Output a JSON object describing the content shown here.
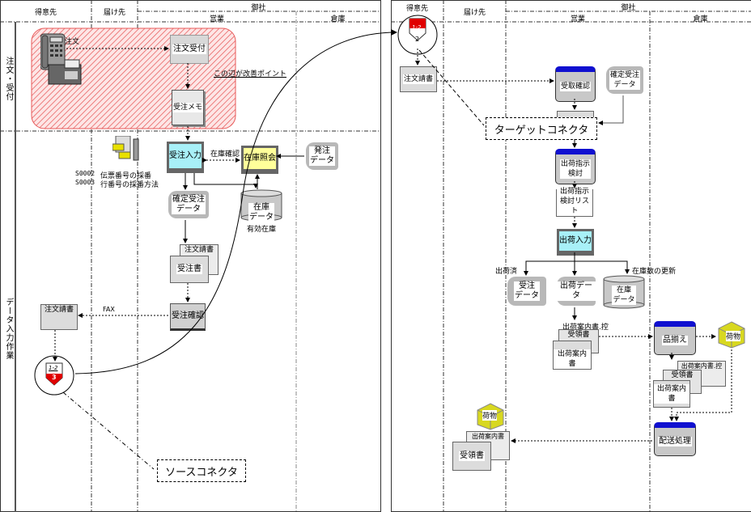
{
  "left_page": {
    "headers": {
      "customer": "得意先",
      "delivery": "届け先",
      "company": "御社",
      "sales": "営業",
      "warehouse": "倉庫"
    },
    "lanes": [
      "注文・受付",
      "データ入力作業"
    ],
    "nodes": {
      "order_label": "注文",
      "order_receipt": "注文受付",
      "improvement_point": "この辺が改善ポイント",
      "order_memo": "受注メモ",
      "order_entry": "受注入力",
      "stock_check_label": "在庫確認",
      "stock_inquiry": "在庫照会",
      "purchase_data": "発注\nデータ",
      "confirmed_order_data": "確定受注\nデータ",
      "stock_data": "在庫\nデータ",
      "available_stock": "有効在庫",
      "slip_numbering": "伝票番号の採番",
      "line_numbering": "行番号の採番方法",
      "ref_s0002": "S0002",
      "ref_s0003": "S0003",
      "order_request_doc_back": "注文請書",
      "order_doc": "受注書",
      "fax_label": "FAX",
      "order_confirm": "受注確認",
      "customer_order_request": "注文請書",
      "connector_page_label": "1-2",
      "connector_number": "3",
      "source_connector": "ソースコネクタ"
    }
  },
  "right_page": {
    "headers": {
      "customer": "得意先",
      "delivery": "届け先",
      "company": "御社",
      "sales": "営業",
      "warehouse": "倉庫"
    },
    "nodes": {
      "connector_page_label": "1-2",
      "connector_number": "2",
      "order_request": "注文請書",
      "receipt_confirm": "受取確認",
      "confirmed_order_data": "確定受注\nデータ",
      "target_connector": "ターゲットコネクタ",
      "shipping_review": "出荷指示\n検討",
      "shipping_review_list": "出荷指示\n検討リスト",
      "shipping_entry": "出荷入力",
      "shipped_label": "出荷済",
      "stock_update_label": "在庫数の更新",
      "order_data": "受注\nデータ",
      "shipping_data": "出荷データ",
      "stock_data": "在庫\nデータ",
      "shipping_notice_copy": "出荷案内書.控",
      "receipt_doc": "受領書",
      "shipping_notice": "出荷案内書",
      "picking": "品揃え",
      "cargo": "荷物",
      "wh_shipping_notice_copy": "出荷案内書.控",
      "wh_receipt_doc": "受領書",
      "wh_shipping_notice": "出荷案内書",
      "delivery_process": "配送処理",
      "cust_cargo": "荷物",
      "cust_shipping_notice": "出荷案内書",
      "cust_receipt_doc": "受領書"
    }
  },
  "colors": {
    "hatch": "#e85a5a",
    "hatch_bg": "#fde6e6",
    "screen_cyan": "#a8f0f8",
    "screen_yellow": "#ffff9a",
    "process_header": "#1010d0",
    "connector_red": "#e00000",
    "cube": "#d8d820",
    "doc_gray": "#dcdcdc",
    "data_gray": "#b8b8b8"
  }
}
